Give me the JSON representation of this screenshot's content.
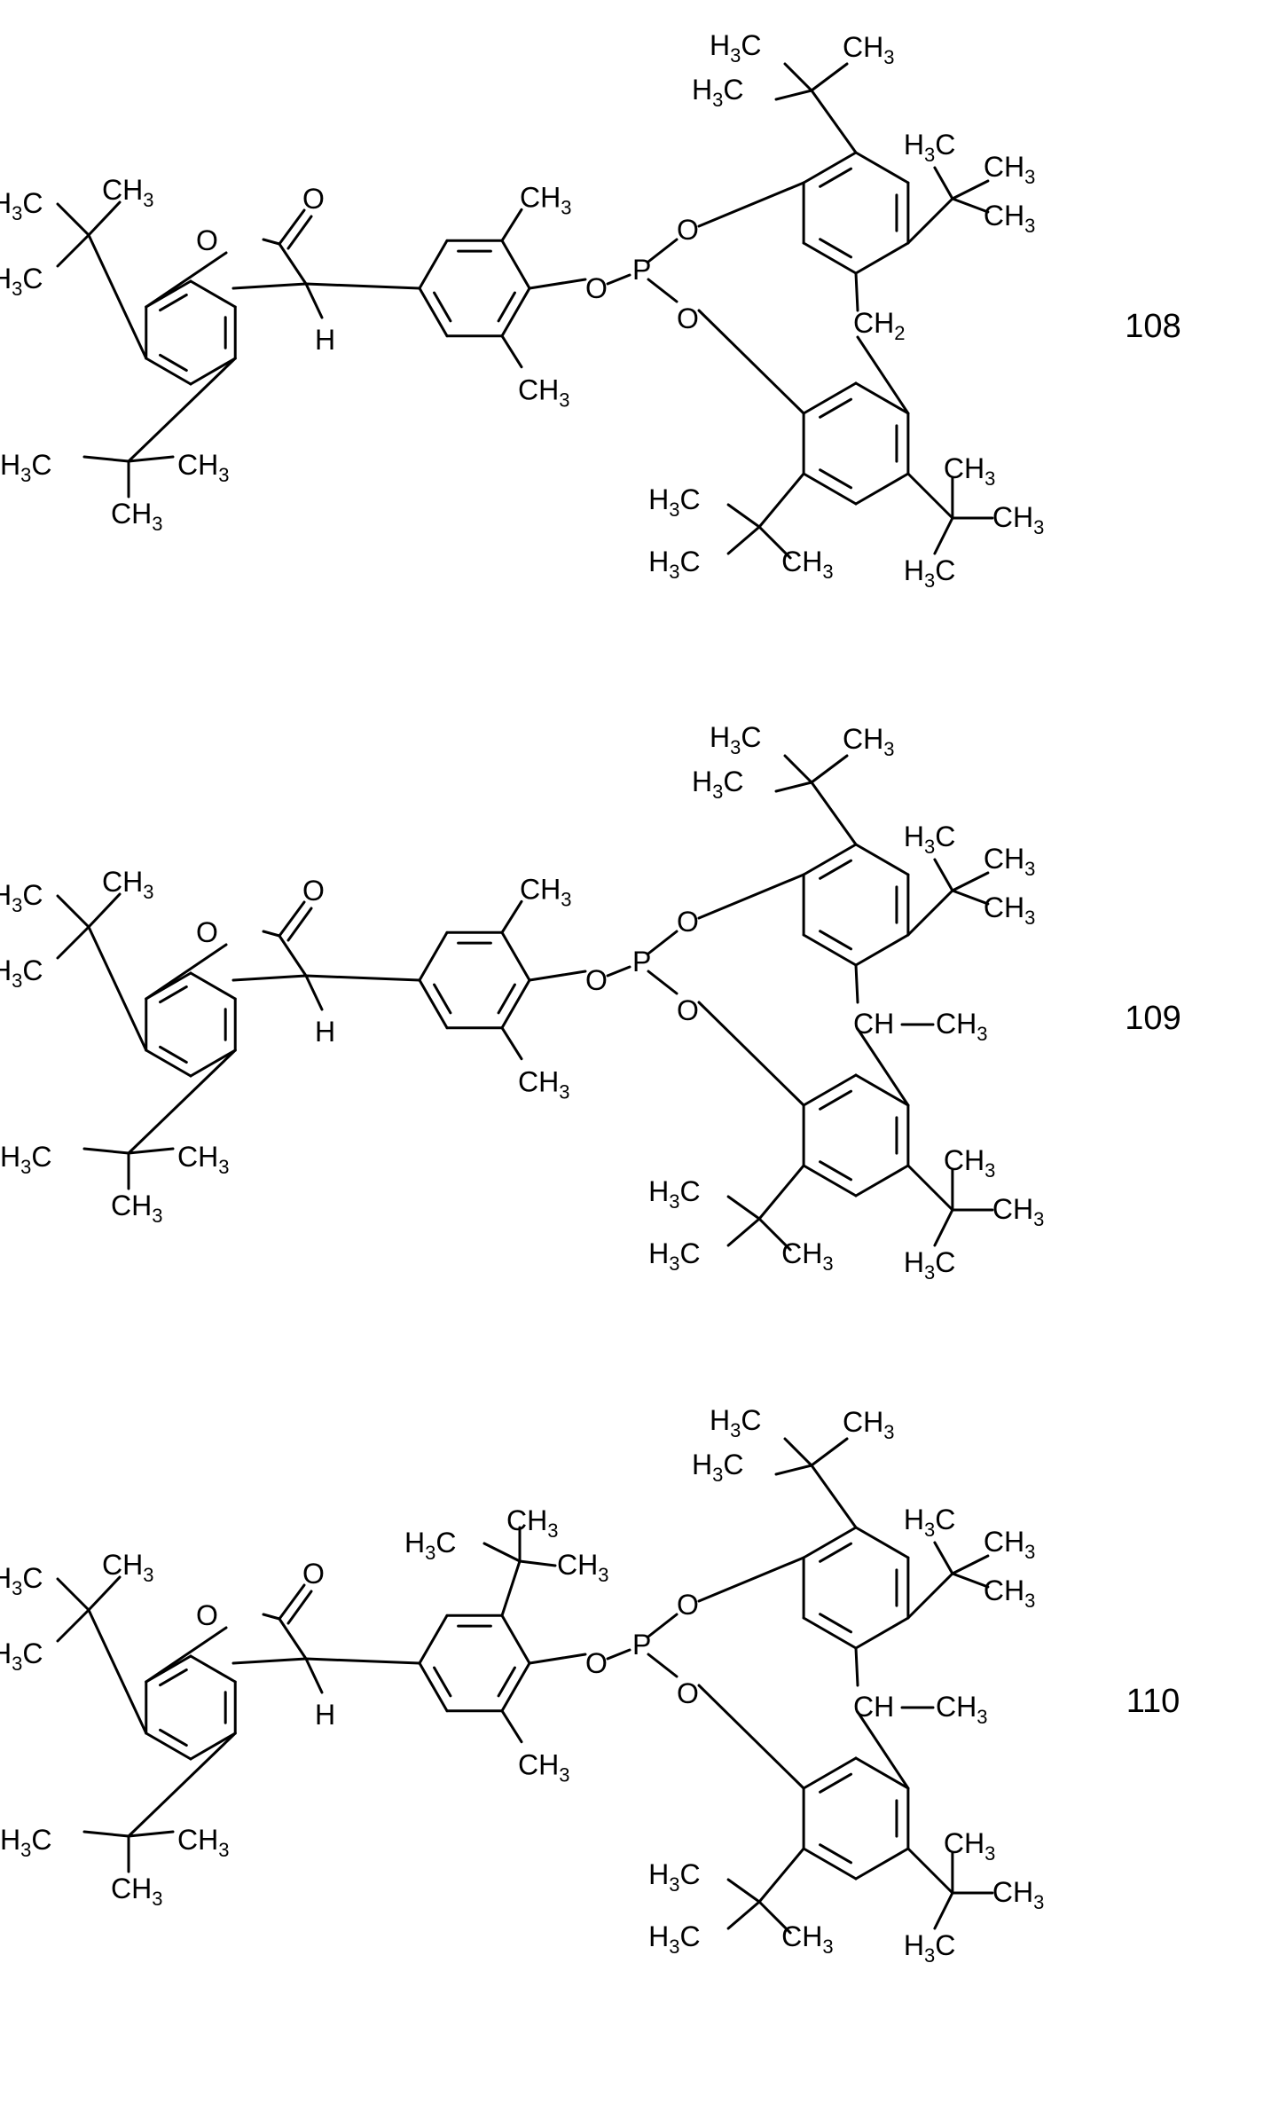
{
  "compounds": [
    {
      "id": "108",
      "bridge_label": "CH2",
      "aryl_ortho_top": "CH3",
      "aryl_ortho_bottom": "CH3"
    },
    {
      "id": "109",
      "bridge_label": "CH—CH3",
      "aryl_ortho_top": "CH3",
      "aryl_ortho_bottom": "CH3"
    },
    {
      "id": "110",
      "bridge_label": "CH—CH3",
      "aryl_ortho_top": "tBu",
      "aryl_ortho_bottom": "CH3"
    }
  ],
  "atom_labels": {
    "oxygen": "O",
    "phosphorus": "P",
    "hydrogen": "H"
  }
}
